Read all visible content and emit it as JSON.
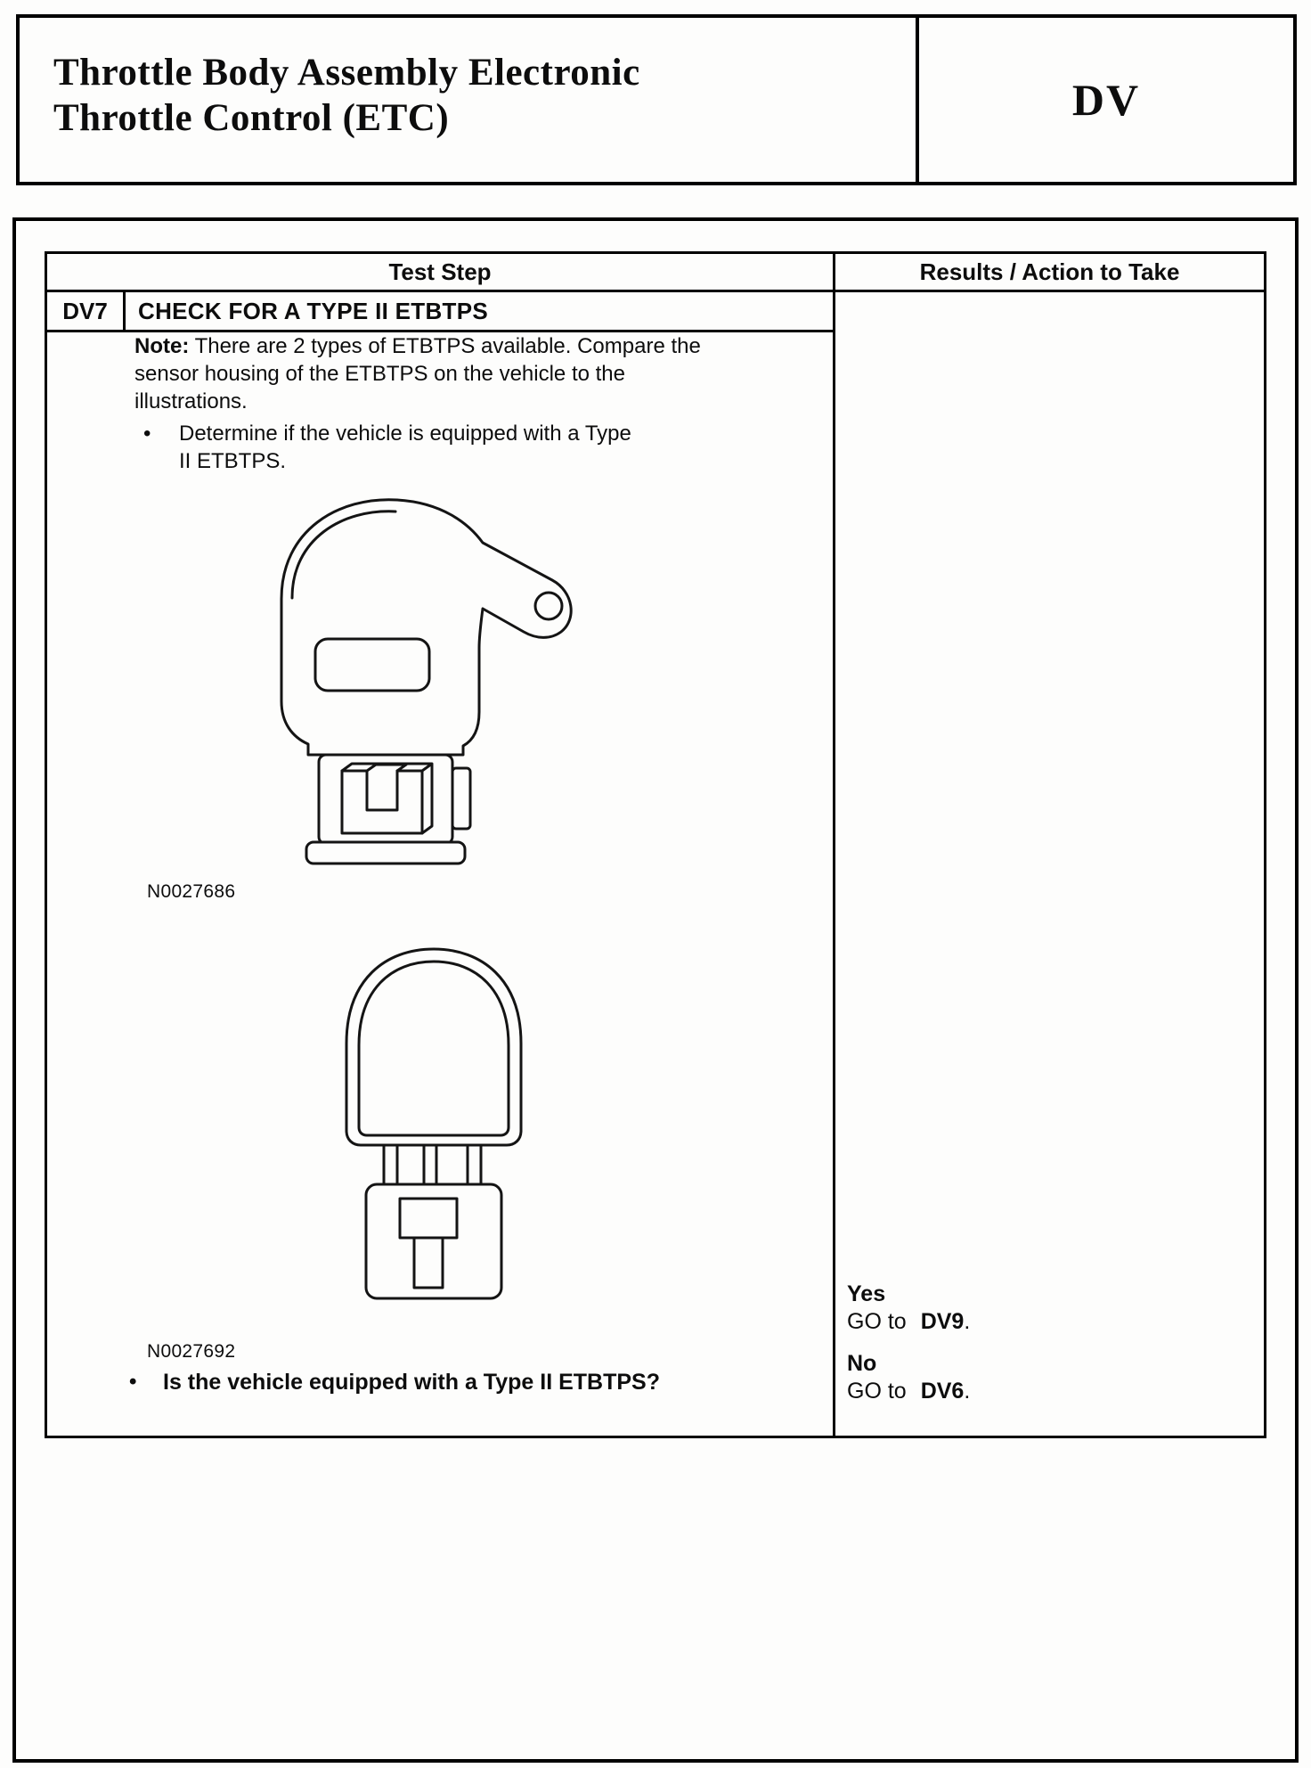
{
  "header": {
    "title_line1": "Throttle Body Assembly Electronic",
    "title_line2": "Throttle Control (ETC)",
    "section_code": "DV"
  },
  "table": {
    "test_step_header": "Test Step",
    "results_header": "Results / Action to Take",
    "step_id": "DV7",
    "step_title": "CHECK FOR A TYPE II ETBTPS",
    "note_label": "Note:",
    "note_body": "There are 2 types of ETBTPS available. Compare the sensor housing of the ETBTPS on the vehicle to the illustrations.",
    "bullet_glyph": "•",
    "bullet1": "Determine if the vehicle is equipped with a Type II ETBTPS.",
    "figure1_label": "N0027686",
    "figure2_label": "N0027692",
    "bullet2": "Is the vehicle equipped with a Type II ETBTPS?",
    "results": {
      "yes_label": "Yes",
      "yes_goto": "GO to",
      "yes_target": "DV9",
      "yes_period": ".",
      "no_label": "No",
      "no_goto": "GO to",
      "no_target": "DV6",
      "no_period": "."
    }
  }
}
